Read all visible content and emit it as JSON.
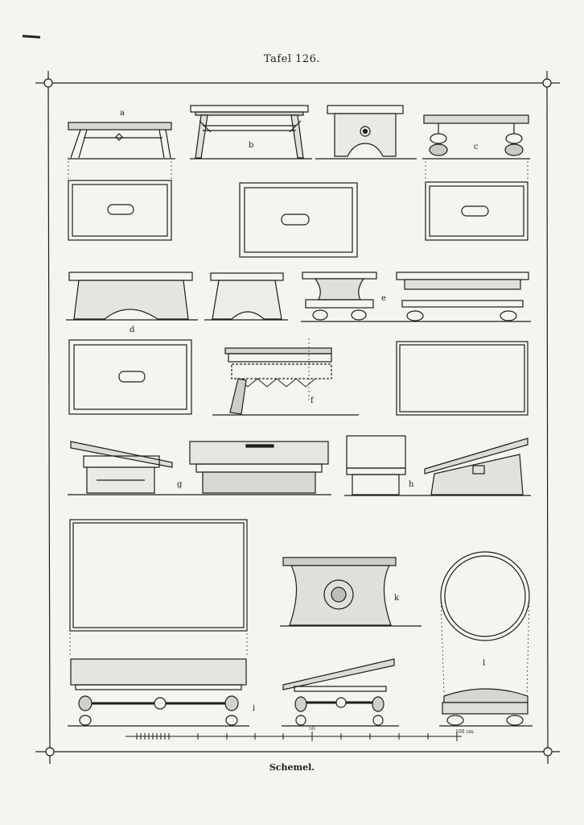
{
  "plate": {
    "title": "Tafel 126.",
    "caption": "Schemel."
  },
  "figures": {
    "a": "a",
    "b": "b",
    "c": "c",
    "d": "d",
    "e": "e",
    "f": "f",
    "g": "g",
    "h": "h",
    "i": "i",
    "k": "k",
    "l": "l"
  },
  "scale": {
    "tick_mid": "50",
    "tick_end": "100 cm."
  },
  "colors": {
    "ink": "#1d1d1d",
    "paper": "#f5f4f0"
  }
}
